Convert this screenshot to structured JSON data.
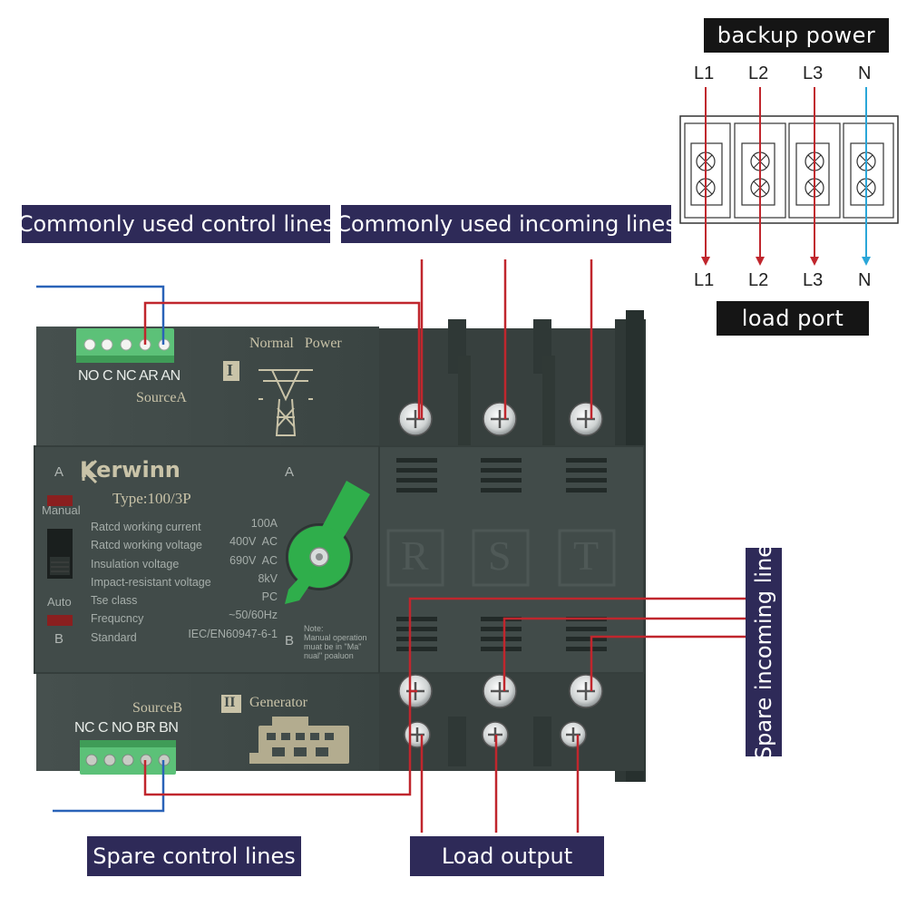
{
  "colors": {
    "body": "#3e4846",
    "body_dark": "#2f3836",
    "label_bg": "#2e2a58",
    "label_bg_black": "#151515",
    "wire_red": "#c0262d",
    "wire_blue": "#2a63b8",
    "wire_cyan": "#2aa6d8",
    "handle_green": "#2fae4b",
    "terminal_green": "#5cc178",
    "indicator_red": "#8a1f1f"
  },
  "labels": {
    "control_lines": "Commonly used control lines",
    "incoming_lines": "Commonly used incoming lines",
    "spare_incoming": "Spare incoming line",
    "spare_control": "Spare control lines",
    "load_output": "Load output",
    "backup_power": "backup power",
    "load_port": "load port"
  },
  "backup_ports_top": [
    "L1",
    "L2",
    "L3",
    "N"
  ],
  "load_ports_bottom": [
    "L1",
    "L2",
    "L3",
    "N"
  ],
  "device": {
    "brand": "Kerwinn",
    "type": "Type:100/3P",
    "source_a": {
      "terminals": "NO C NC AR AN",
      "name": "SourceA",
      "roman": "I",
      "title": "Normal   Power"
    },
    "source_b": {
      "terminals": "NC C NO BR BN",
      "name": "SourceB",
      "roman": "II",
      "title": "Generator"
    },
    "side_a": "A",
    "side_b": "B",
    "handle_a": "A",
    "handle_b": "B",
    "manual": "Manual",
    "auto": "Auto",
    "specs": [
      {
        "label": "Ratcd working current",
        "value": "100A"
      },
      {
        "label": "Ratcd working voltage",
        "value": "400V  AC"
      },
      {
        "label": "Insulation voltage",
        "value": "690V  AC"
      },
      {
        "label": "Impact-resistant voltage",
        "value": "8kV"
      },
      {
        "label": "Tse class",
        "value": "PC"
      },
      {
        "label": "Frequcncy",
        "value": "~50/60Hz"
      },
      {
        "label": "Standard",
        "value": "IEC/EN60947-6-1"
      }
    ],
    "note": [
      "Note:",
      "Manual operation",
      "muat be in \"Ma\"",
      "nual\" poaluon"
    ],
    "phases": [
      "R",
      "S",
      "T"
    ]
  }
}
